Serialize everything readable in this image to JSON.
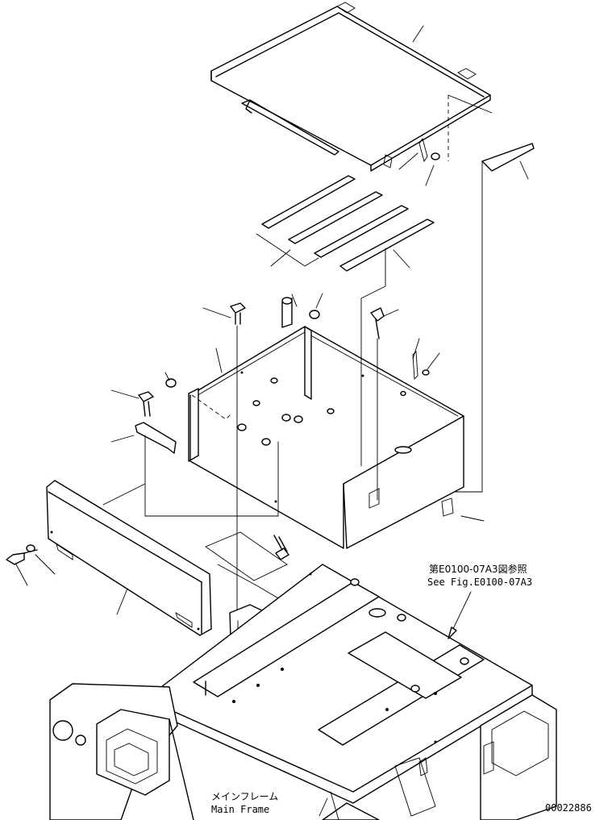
{
  "labels": {
    "ref_jp": "第E0100-07A3図参照",
    "ref_en": "See Fig.E0100-07A3",
    "frame_jp": "メインフレーム",
    "frame_en": "Main Frame",
    "drawing_number": "00022886"
  }
}
